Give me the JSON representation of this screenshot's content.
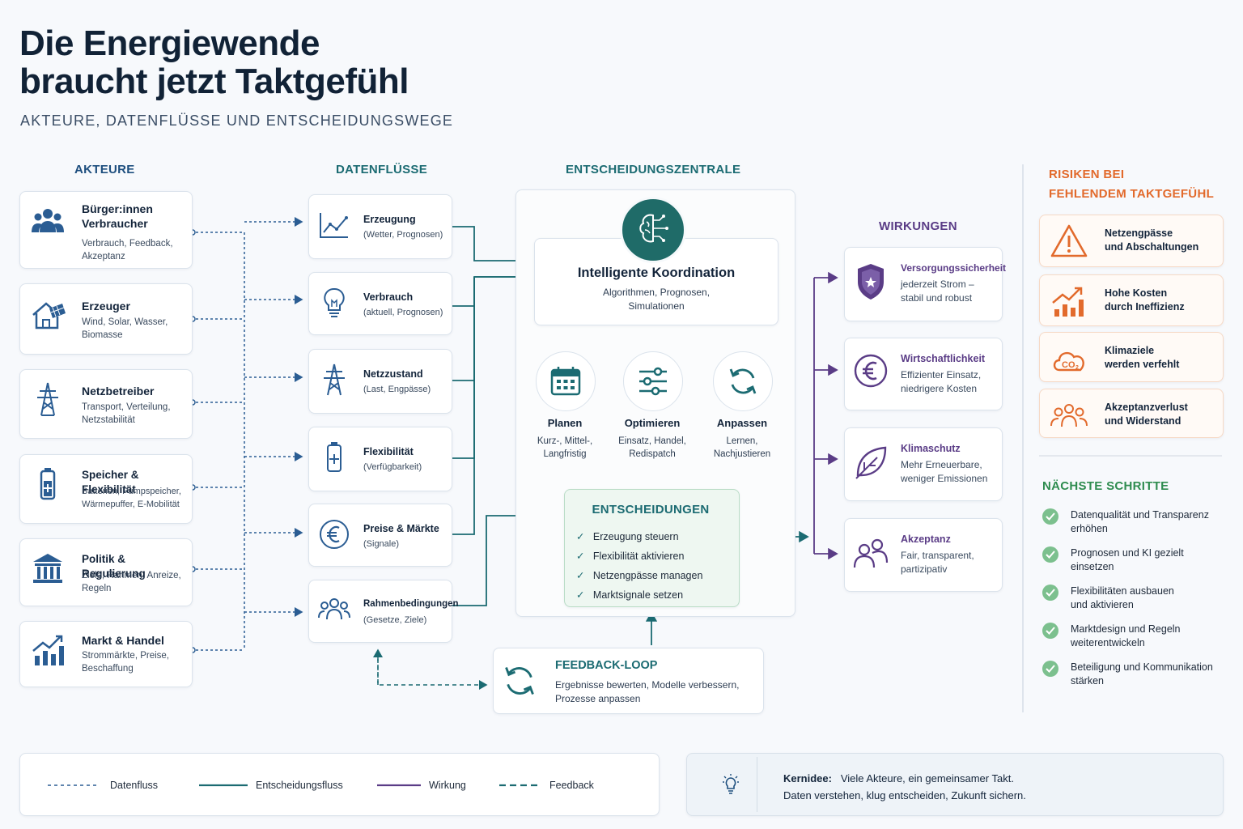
{
  "title_line1": "Die Energiewende",
  "title_line2": "braucht jetzt Taktgefühl",
  "subtitle": "AKTEURE, DATENFLÜSSE UND ENTSCHEIDUNGSWEGE",
  "columns": {
    "actors": "AKTEURE",
    "flows": "DATENFLÜSSE",
    "center": "ENTSCHEIDUNGSZENTRALE",
    "impacts": "WIRKUNGEN",
    "risks_line1": "RISIKEN BEI",
    "risks_line2": "FEHLENDEM TAKTGEFÜHL",
    "steps": "NÄCHSTE SCHRITTE"
  },
  "actors": [
    {
      "title1": "Bürger:innen",
      "title2": "Verbraucher",
      "desc1": "Verbrauch, Feedback,",
      "desc2": "Akzeptanz",
      "icon": "people-icon"
    },
    {
      "title1": "Erzeuger",
      "title2": "",
      "desc1": "Wind, Solar, Wasser,",
      "desc2": "Biomasse",
      "icon": "solar-house-icon"
    },
    {
      "title1": "Netzbetreiber",
      "title2": "",
      "desc1": "Transport, Verteilung,",
      "desc2": "Netzstabilität",
      "icon": "power-pylon-icon"
    },
    {
      "title1": "Speicher & Flexibilität",
      "title2": "",
      "desc1": "Batterien, Pumpspeicher,",
      "desc2": "Wärmepuffer, E-Mobilität",
      "icon": "battery-icon"
    },
    {
      "title1": "Politik & Regulierung",
      "title2": "",
      "desc1": "Ziele, Rahmen, Anreize,",
      "desc2": "Regeln",
      "icon": "government-building-icon"
    },
    {
      "title1": "Markt & Handel",
      "title2": "",
      "desc1": "Strommärkte, Preise,",
      "desc2": "Beschaffung",
      "icon": "market-chart-icon"
    }
  ],
  "flows": [
    {
      "title": "Erzeugung",
      "desc": "(Wetter, Prognosen)",
      "icon": "line-chart-icon"
    },
    {
      "title": "Verbrauch",
      "desc": "(aktuell, Prognosen)",
      "icon": "lightbulb-icon"
    },
    {
      "title": "Netzzustand",
      "desc": "(Last, Engpässe)",
      "icon": "power-pylon-icon"
    },
    {
      "title": "Flexibilität",
      "desc": "(Verfügbarkeit)",
      "icon": "battery-icon"
    },
    {
      "title": "Preise & Märkte",
      "desc": "(Signale)",
      "icon": "euro-icon"
    },
    {
      "title": "Rahmenbedingungen",
      "desc": "(Gesetze, Ziele)",
      "icon": "people-icon"
    }
  ],
  "center": {
    "title": "Intelligente Koordination",
    "desc1": "Algorithmen, Prognosen,",
    "desc2": "Simulationen",
    "stages": [
      {
        "title": "Planen",
        "desc1": "Kurz-, Mittel-,",
        "desc2": "Langfristig",
        "icon": "calendar-icon"
      },
      {
        "title": "Optimieren",
        "desc1": "Einsatz, Handel,",
        "desc2": "Redispatch",
        "icon": "sliders-icon"
      },
      {
        "title": "Anpassen",
        "desc1": "Lernen,",
        "desc2": "Nachjustieren",
        "icon": "refresh-icon"
      }
    ],
    "decisions_title": "ENTSCHEIDUNGEN",
    "decisions": [
      "Erzeugung steuern",
      "Flexibilität aktivieren",
      "Netzengpässe managen",
      "Marktsignale setzen"
    ]
  },
  "feedback": {
    "title": "FEEDBACK-LOOP",
    "desc1": "Ergebnisse bewerten, Modelle verbessern,",
    "desc2": "Prozesse anpassen"
  },
  "impacts": [
    {
      "title": "Versorgungssicherheit",
      "desc1": "jederzeit Strom –",
      "desc2": "stabil und robust",
      "icon": "shield-icon"
    },
    {
      "title": "Wirtschaftlichkeit",
      "desc1": "Effizienter Einsatz,",
      "desc2": "niedrigere Kosten",
      "icon": "euro-icon"
    },
    {
      "title": "Klimaschutz",
      "desc1": "Mehr Erneuerbare,",
      "desc2": "weniger Emissionen",
      "icon": "leaf-icon"
    },
    {
      "title": "Akzeptanz",
      "desc1": "Fair, transparent,",
      "desc2": "partizipativ",
      "icon": "people-icon"
    }
  ],
  "risks": [
    {
      "line1": "Netzengpässe",
      "line2": "und Abschaltungen",
      "icon": "warning-icon"
    },
    {
      "line1": "Hohe Kosten",
      "line2": "durch Ineffizienz",
      "icon": "rising-cost-icon"
    },
    {
      "line1": "Klimaziele",
      "line2": "werden verfehlt",
      "icon": "co2-cloud-icon"
    },
    {
      "line1": "Akzeptanzverlust",
      "line2": "und Widerstand",
      "icon": "people-icon"
    }
  ],
  "steps": [
    {
      "line1": "Datenqualität und Transparenz",
      "line2": "erhöhen"
    },
    {
      "line1": "Prognosen und KI gezielt",
      "line2": "einsetzen"
    },
    {
      "line1": "Flexibilitäten ausbauen",
      "line2": "und aktivieren"
    },
    {
      "line1": "Marktdesign und Regeln",
      "line2": "weiterentwickeln"
    },
    {
      "line1": "Beteiligung und Kommunikation",
      "line2": "stärken"
    }
  ],
  "legend": [
    "Datenfluss",
    "Entscheidungsfluss",
    "Wirkung",
    "Feedback"
  ],
  "key_idea": {
    "label": "Kernidee:",
    "line1": "Viele Akteure, ein gemeinsamer Takt.",
    "line2": "Daten verstehen, klug entscheiden, Zukunft sichern."
  },
  "colors": {
    "dataflow": "#2b5d93",
    "decision": "#1b6b72",
    "impact": "#5a3c86",
    "risk": "#e26a2c",
    "step": "#2e8c4f"
  }
}
